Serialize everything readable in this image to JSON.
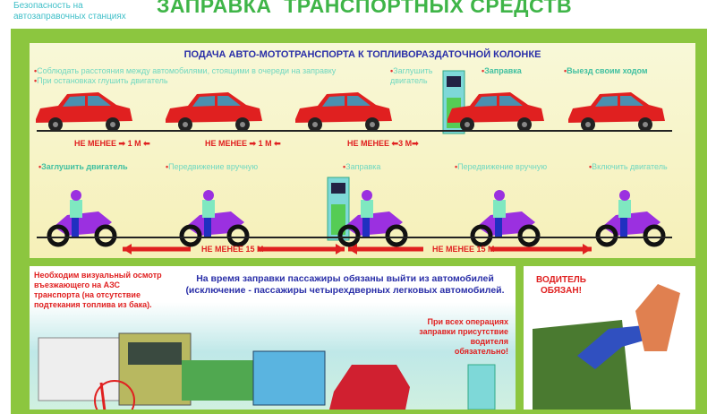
{
  "header": {
    "brand": "Безопасность на автозаправочных станциях",
    "title": "ЗАПРАВКА  ТРАНСПОРТНЫХ СРЕДСТВ"
  },
  "section_top": {
    "subtitle": "ПОДАЧА АВТО-МОТОТРАНСПОРТА К ТОПЛИВОРАЗДАТОЧНОЙ КОЛОНКЕ",
    "car_notes": [
      "Соблюдать расстояния между автомобилями, стоящими в очереди на заправку",
      "При остановках глушить двигатель"
    ],
    "car_steps": [
      "Заглушить двигатель",
      "Заправка",
      "Выезд своим ходом"
    ],
    "car_distances": [
      {
        "label": "НЕ МЕНЕЕ",
        "value": "1 М"
      },
      {
        "label": "НЕ МЕНЕЕ",
        "value": "1 М"
      },
      {
        "label": "НЕ МЕНЕЕ",
        "value": "3 М"
      }
    ],
    "moto_steps": [
      "Заглушить двигатель",
      "Передвижение вручную",
      "Заправка",
      "Передвижение вручную",
      "Включить двигатель"
    ],
    "moto_distances": [
      "НЕ МЕНЕЕ 15 М",
      "НЕ МЕНЕЕ 15 М"
    ],
    "colors": {
      "car": "#e02020",
      "moto": "#9b30e0",
      "rider": "#7fe8c0",
      "frame": "#8cc63f"
    }
  },
  "section_bottom": {
    "inspection_note": "Необходим визуальный осмотр въезжающего на АЗС транспорта (на отсутствие подтекания топлива из бака).",
    "passengers_rule": "На время заправки пассажиры обязаны выйти из автомобилей (исключение - пассажиры четырехдверных легковых автомобилей.",
    "driver_presence": "При всех операциях заправки присутствие водителя обязательно!",
    "driver_must": "ВОДИТЕЛЬ ОБЯЗАН!"
  }
}
